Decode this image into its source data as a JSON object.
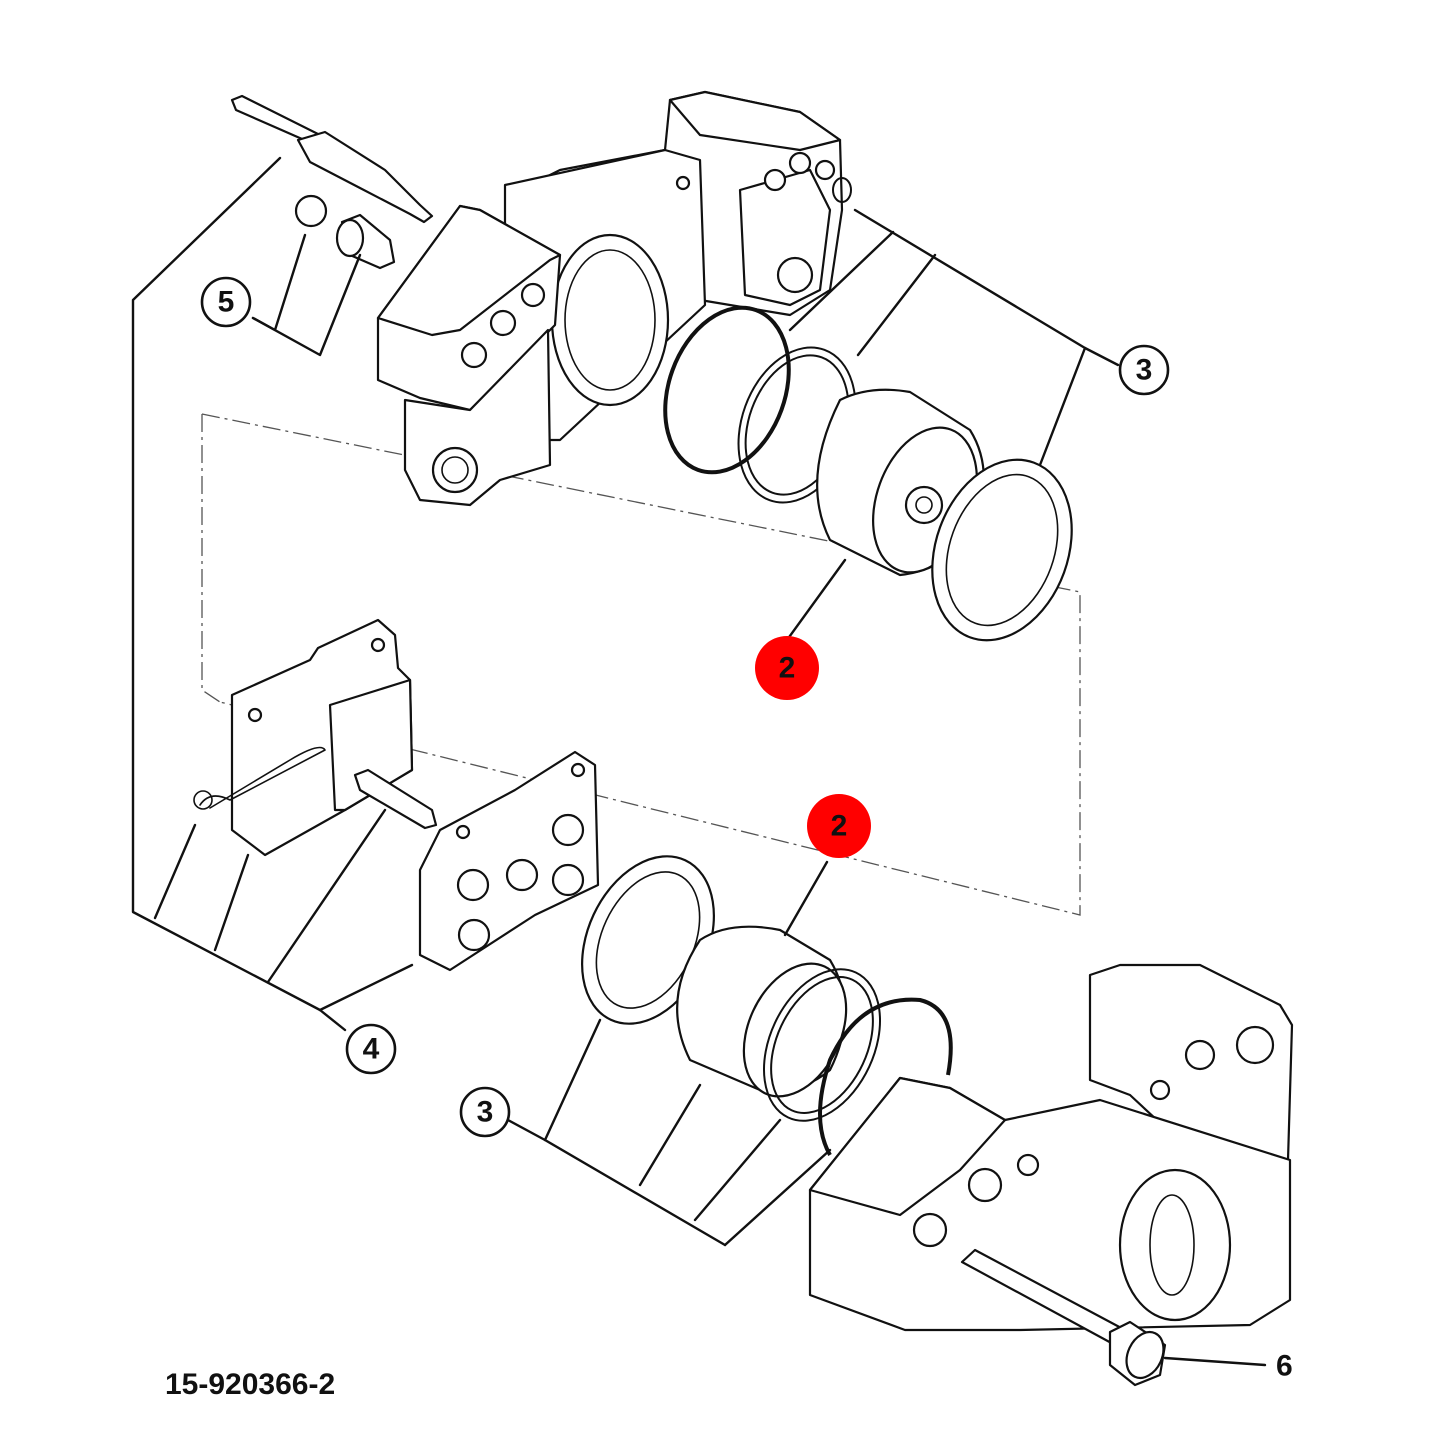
{
  "diagram": {
    "reference": "15-920366-2",
    "highlight_color": "#ff0000",
    "callouts": [
      {
        "id": "c5",
        "label": "5",
        "style": "circle"
      },
      {
        "id": "c3a",
        "label": "3",
        "style": "circle"
      },
      {
        "id": "c2a",
        "label": "2",
        "style": "highlight"
      },
      {
        "id": "c2b",
        "label": "2",
        "style": "highlight"
      },
      {
        "id": "c4",
        "label": "4",
        "style": "circle"
      },
      {
        "id": "c3b",
        "label": "3",
        "style": "circle"
      },
      {
        "id": "c6",
        "label": "6",
        "style": "plain"
      }
    ]
  }
}
